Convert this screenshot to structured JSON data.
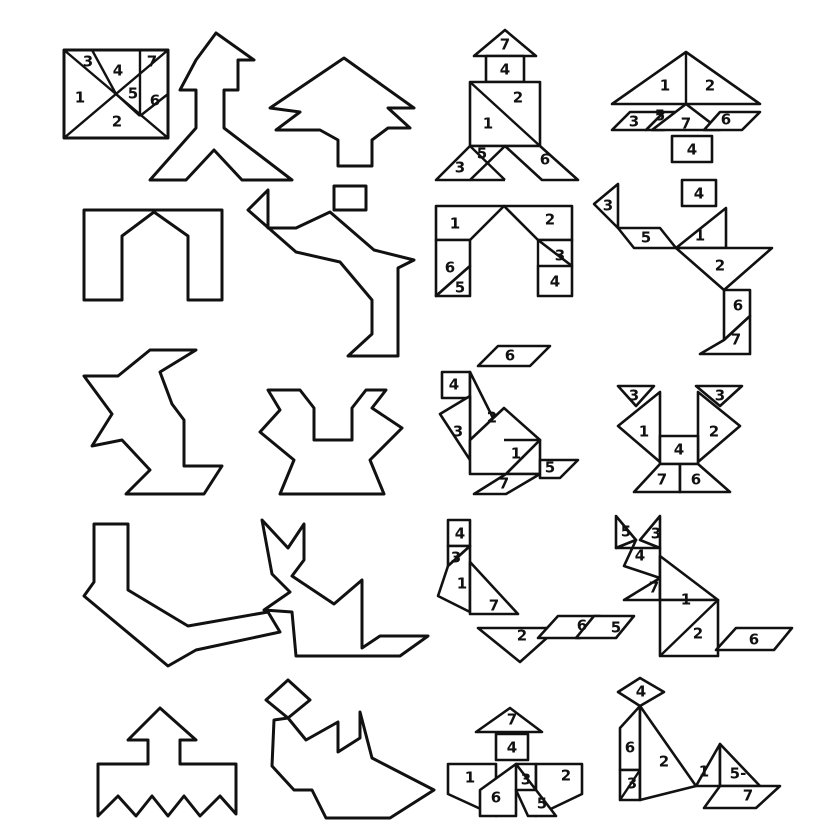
{
  "sheet": {
    "square": {
      "p1": "1",
      "p2": "2",
      "p3": "3",
      "p4": "4",
      "p5": "5",
      "p6": "6",
      "p7": "7"
    },
    "tower": {
      "p1": "1",
      "p2": "2",
      "p3": "3",
      "p4": "4",
      "p5": "5",
      "p6": "6",
      "p7": "7"
    },
    "tree": {
      "p1": "1",
      "p2": "2",
      "p3": "3",
      "p4": "4",
      "p5": "5",
      "p6": "6",
      "p7": "7"
    },
    "arch": {
      "p1": "1",
      "p2": "2",
      "p3": "3",
      "p4": "4",
      "p5": "5",
      "p6": "6"
    },
    "crane": {
      "p1": "1",
      "p2": "2",
      "p3": "3",
      "p4": "4",
      "p5": "5",
      "p6": "6",
      "p7": "7"
    },
    "rabbit": {
      "p1": "1",
      "p2": "2",
      "p3": "3",
      "p4": "4",
      "p5": "5",
      "p6": "6",
      "p7": "7"
    },
    "butterfly": {
      "p1": "1",
      "p2": "2",
      "p3a": "3",
      "p3b": "3",
      "p4": "4",
      "p6": "6",
      "p7": "7"
    },
    "boot": {
      "p1": "1",
      "p2": "2",
      "p3": "3",
      "p4": "4",
      "p5": "5",
      "p6": "6",
      "p7": "7"
    },
    "cat": {
      "p1": "1",
      "p2": "2",
      "p3": "3",
      "p4": "4",
      "p5": "5",
      "p6": "6",
      "p7": "7"
    },
    "robot": {
      "p1": "1",
      "p2": "2",
      "p3": "3",
      "p4": "4",
      "p5": "5",
      "p6": "6",
      "p7": "7"
    },
    "swan": {
      "p1": "1",
      "p2": "2",
      "p3": "3",
      "p4": "4",
      "p5": "5-",
      "p6": "6",
      "p7": "7"
    }
  }
}
